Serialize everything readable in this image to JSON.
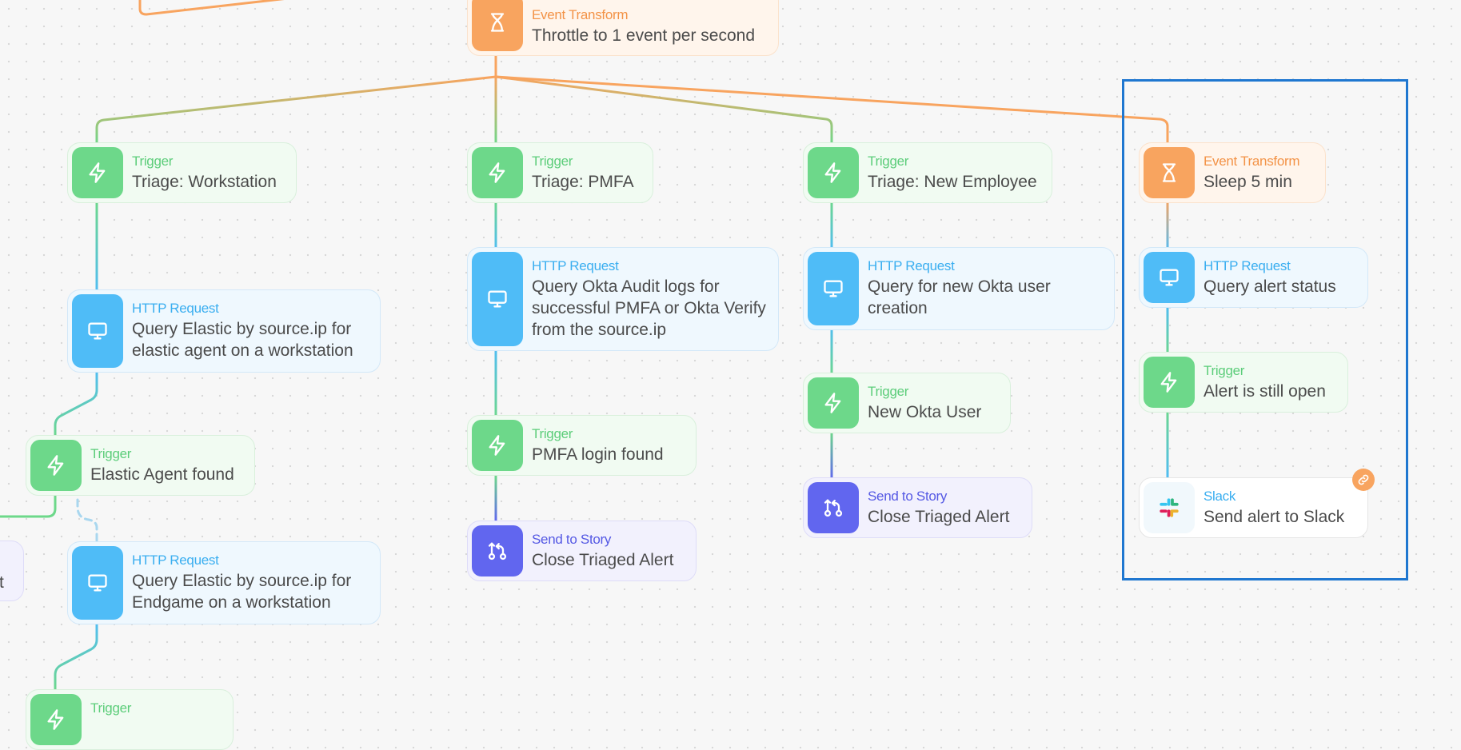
{
  "canvas": {
    "nodes": {
      "throttle": {
        "type": "Event Transform",
        "title": "Throttle to 1 event per second",
        "icon": "hourglass-icon"
      },
      "triage_workstation": {
        "type": "Trigger",
        "title": "Triage: Workstation",
        "icon": "lightning-icon"
      },
      "query_elastic_agent": {
        "type": "HTTP Request",
        "title": "Query Elastic by source.ip for elastic agent on a workstation",
        "icon": "monitor-icon"
      },
      "elastic_agent_found": {
        "type": "Trigger",
        "title": "Elastic Agent found",
        "icon": "lightning-icon"
      },
      "query_elastic_endgame": {
        "type": "HTTP Request",
        "title": "Query Elastic by source.ip for Endgame on a workstation",
        "icon": "monitor-icon"
      },
      "trigger_bottom": {
        "type": "Trigger",
        "title": "",
        "icon": "lightning-icon"
      },
      "partial_left": {
        "type": "",
        "title": "t",
        "icon": ""
      },
      "triage_pmfa": {
        "type": "Trigger",
        "title": "Triage: PMFA",
        "icon": "lightning-icon"
      },
      "query_okta_audit": {
        "type": "HTTP Request",
        "title": "Query Okta Audit logs for successful PMFA or Okta Verify from the source.ip",
        "icon": "monitor-icon"
      },
      "pmfa_login_found": {
        "type": "Trigger",
        "title": "PMFA login found",
        "icon": "lightning-icon"
      },
      "close_triaged_1": {
        "type": "Send to Story",
        "title": "Close Triaged Alert",
        "icon": "send-to-story-icon"
      },
      "triage_new_employee": {
        "type": "Trigger",
        "title": "Triage: New Employee",
        "icon": "lightning-icon"
      },
      "query_new_okta_user": {
        "type": "HTTP Request",
        "title": "Query for new Okta user creation",
        "icon": "monitor-icon"
      },
      "new_okta_user": {
        "type": "Trigger",
        "title": "New Okta User",
        "icon": "lightning-icon"
      },
      "close_triaged_2": {
        "type": "Send to Story",
        "title": "Close Triaged Alert",
        "icon": "send-to-story-icon"
      },
      "sleep_5_min": {
        "type": "Event Transform",
        "title": "Sleep 5 min",
        "icon": "hourglass-icon"
      },
      "query_alert_status": {
        "type": "HTTP Request",
        "title": "Query alert status",
        "icon": "monitor-icon"
      },
      "alert_still_open": {
        "type": "Trigger",
        "title": "Alert is still open",
        "icon": "lightning-icon"
      },
      "send_alert_slack": {
        "type": "Slack",
        "title": "Send alert to Slack",
        "icon": "slack-logo-icon"
      }
    },
    "link_badge_icon": "link-icon",
    "colors": {
      "trigger": "#6dd88a",
      "http": "#4fbcf7",
      "event_transform": "#f8a45f",
      "send_to_story": "#6166ef",
      "selection": "#1f77d0"
    }
  }
}
